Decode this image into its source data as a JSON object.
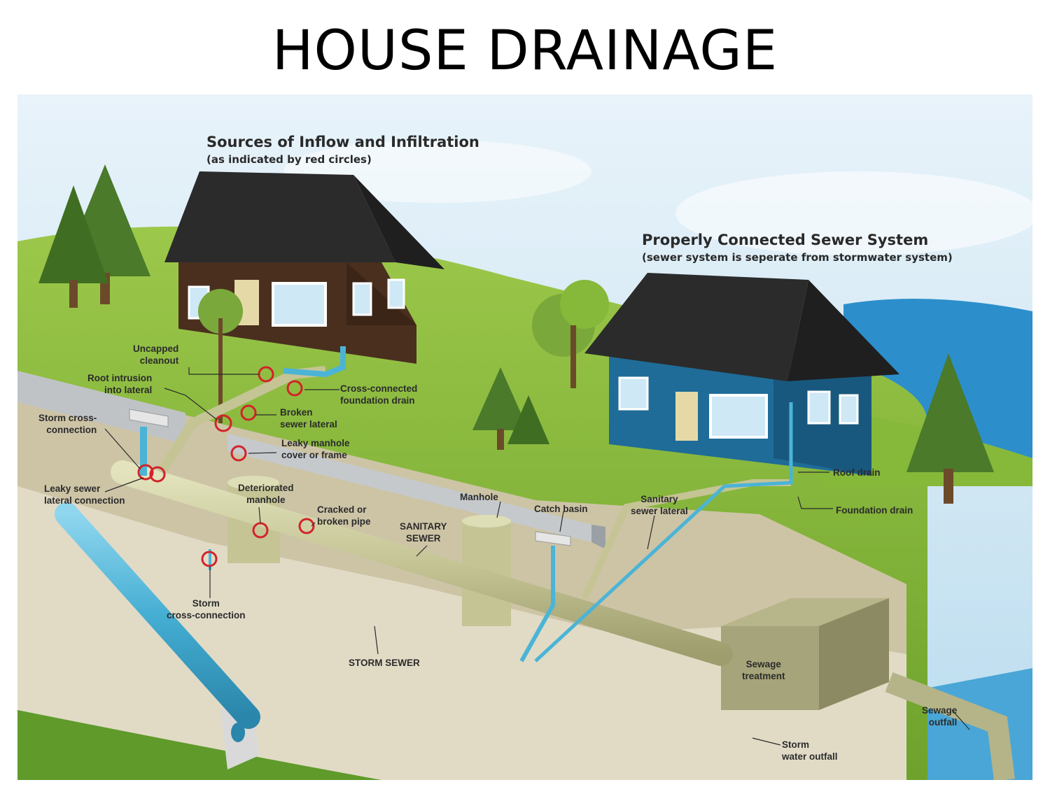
{
  "title": "HOUSE DRAINAGE",
  "headings": {
    "left_main": "Sources of Inflow and Infiltration",
    "left_sub": "(as indicated by red circles)",
    "right_main": "Properly Connected Sewer System",
    "right_sub": "(sewer system is seperate from stormwater system)"
  },
  "labels": {
    "uncapped_cleanout": [
      "Uncapped",
      "cleanout"
    ],
    "root_intrusion": [
      "Root intrusion",
      "into lateral"
    ],
    "cross_connected_foundation_drain": [
      "Cross-connected",
      "foundation drain"
    ],
    "broken_sewer_lateral": [
      "Broken",
      "sewer lateral"
    ],
    "storm_cross_connection_top": [
      "Storm cross-",
      "connection"
    ],
    "leaky_manhole_cover": [
      "Leaky manhole",
      "cover or frame"
    ],
    "leaky_sewer_lateral_connection": [
      "Leaky sewer",
      "lateral connection"
    ],
    "deteriorated_manhole": [
      "Deteriorated",
      "manhole"
    ],
    "cracked_pipe": [
      "Cracked or",
      "broken pipe"
    ],
    "sanitary_sewer": [
      "SANITARY",
      "SEWER"
    ],
    "manhole": [
      "Manhole"
    ],
    "catch_basin": [
      "Catch basin"
    ],
    "sanitary_sewer_lateral": [
      "Sanitary",
      "sewer lateral"
    ],
    "roof_drain": [
      "Roof drain"
    ],
    "foundation_drain": [
      "Foundation drain"
    ],
    "storm_cross_connection_bottom": [
      "Storm",
      "cross-connection"
    ],
    "storm_sewer": [
      "STORM SEWER"
    ],
    "sewage_treatment": [
      "Sewage",
      "treatment"
    ],
    "sewage_outfall": [
      "Sewage",
      "outfall"
    ],
    "storm_water_outfall": [
      "Storm",
      "water outfall"
    ]
  },
  "colors": {
    "sky": "#cfe8f5",
    "grass": "#86b83a",
    "soil": "#d9d2bd",
    "storm_pipe": "#4bb4d6",
    "sanitary_pipe": "#c9c99a",
    "left_house": "#4a2f1f",
    "right_house": "#1f6c98",
    "roof": "#2b2b2b",
    "defect_circle": "#d2232a"
  }
}
